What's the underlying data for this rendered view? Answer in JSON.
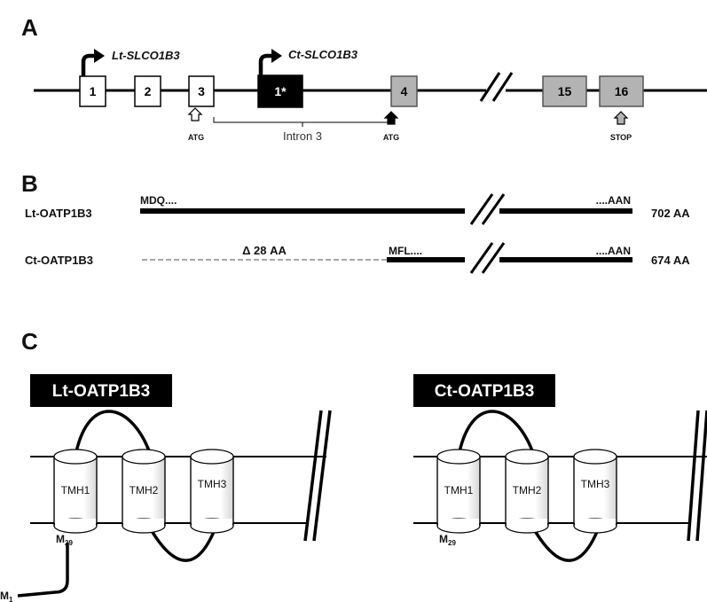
{
  "panels": {
    "a": "A",
    "b": "B",
    "c": "C"
  },
  "gene": {
    "exons": [
      {
        "label": "1",
        "style": "white"
      },
      {
        "label": "2",
        "style": "white"
      },
      {
        "label": "3",
        "style": "white"
      },
      {
        "label": "1*",
        "style": "black"
      },
      {
        "label": "4",
        "style": "gray"
      },
      {
        "label": "15",
        "style": "gray"
      },
      {
        "label": "16",
        "style": "gray"
      }
    ],
    "promoters": {
      "lt": "Lt-SLCO1B3",
      "ct": "Ct-SLCO1B3"
    },
    "markers": {
      "atg_lt": "ATG",
      "atg_ct": "ATG",
      "stop": "STOP"
    },
    "intron": "Intron 3"
  },
  "proteins": {
    "lt": {
      "name": "Lt-OATP1B3",
      "n_term": "MDQ....",
      "c_term": "....AAN",
      "length": "702 AA"
    },
    "ct": {
      "name": "Ct-OATP1B3",
      "deletion": "Δ 28 AA",
      "n_term": "MFL....",
      "c_term": "....AAN",
      "length": "674 AA"
    }
  },
  "topology": {
    "lt": {
      "banner": "Lt-OATP1B3",
      "helices": [
        "TMH1",
        "TMH2",
        "TMH3"
      ],
      "m29": "M",
      "m29_sub": "29",
      "m1": "M",
      "m1_sub": "1"
    },
    "ct": {
      "banner": "Ct-OATP1B3",
      "helices": [
        "TMH1",
        "TMH2",
        "TMH3"
      ],
      "m29": "M",
      "m29_sub": "29"
    }
  },
  "colors": {
    "exon_black": "#000000",
    "exon_gray": "#b3b3b3",
    "exon_white": "#ffffff",
    "deletion_dash": "#888888"
  }
}
